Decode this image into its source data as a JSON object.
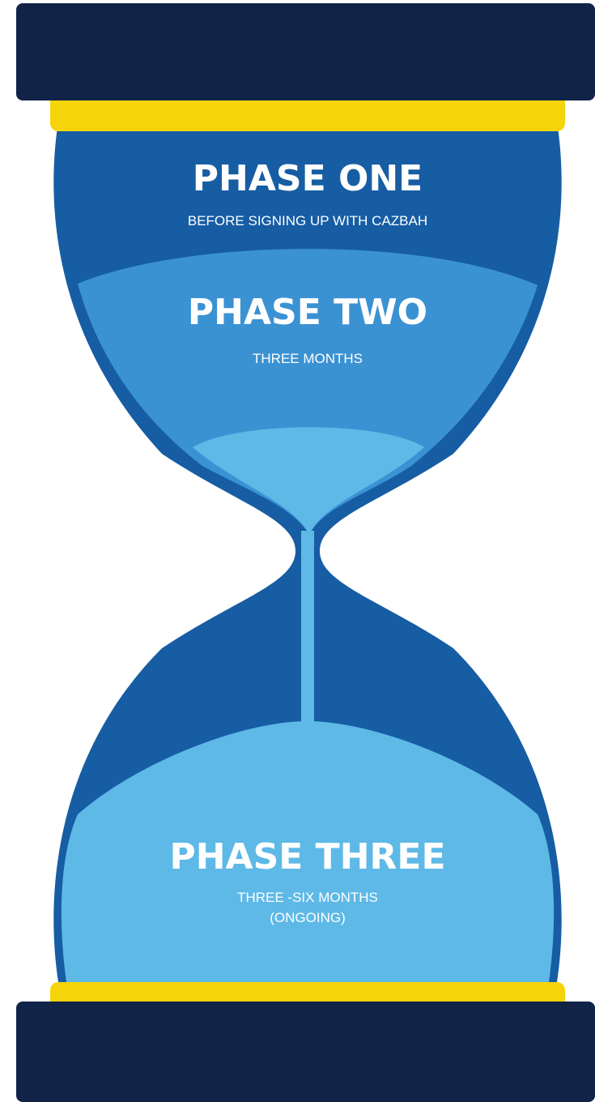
{
  "colors": {
    "cap": "#112347",
    "band": "#f6d40a",
    "glass_dark": "#165da4",
    "sand_mid": "#3b92d3",
    "sand_light": "#5eb9e7",
    "text": "#ffffff"
  },
  "phases": [
    {
      "title": "PHASE ONE",
      "subtitle": "BEFORE SIGNING UP WITH CAZBAH"
    },
    {
      "title": "PHASE TWO",
      "subtitle": "THREE MONTHS"
    },
    {
      "title": "PHASE THREE",
      "subtitle_lines": [
        "THREE -SIX MONTHS",
        "(ONGOING)"
      ]
    }
  ]
}
